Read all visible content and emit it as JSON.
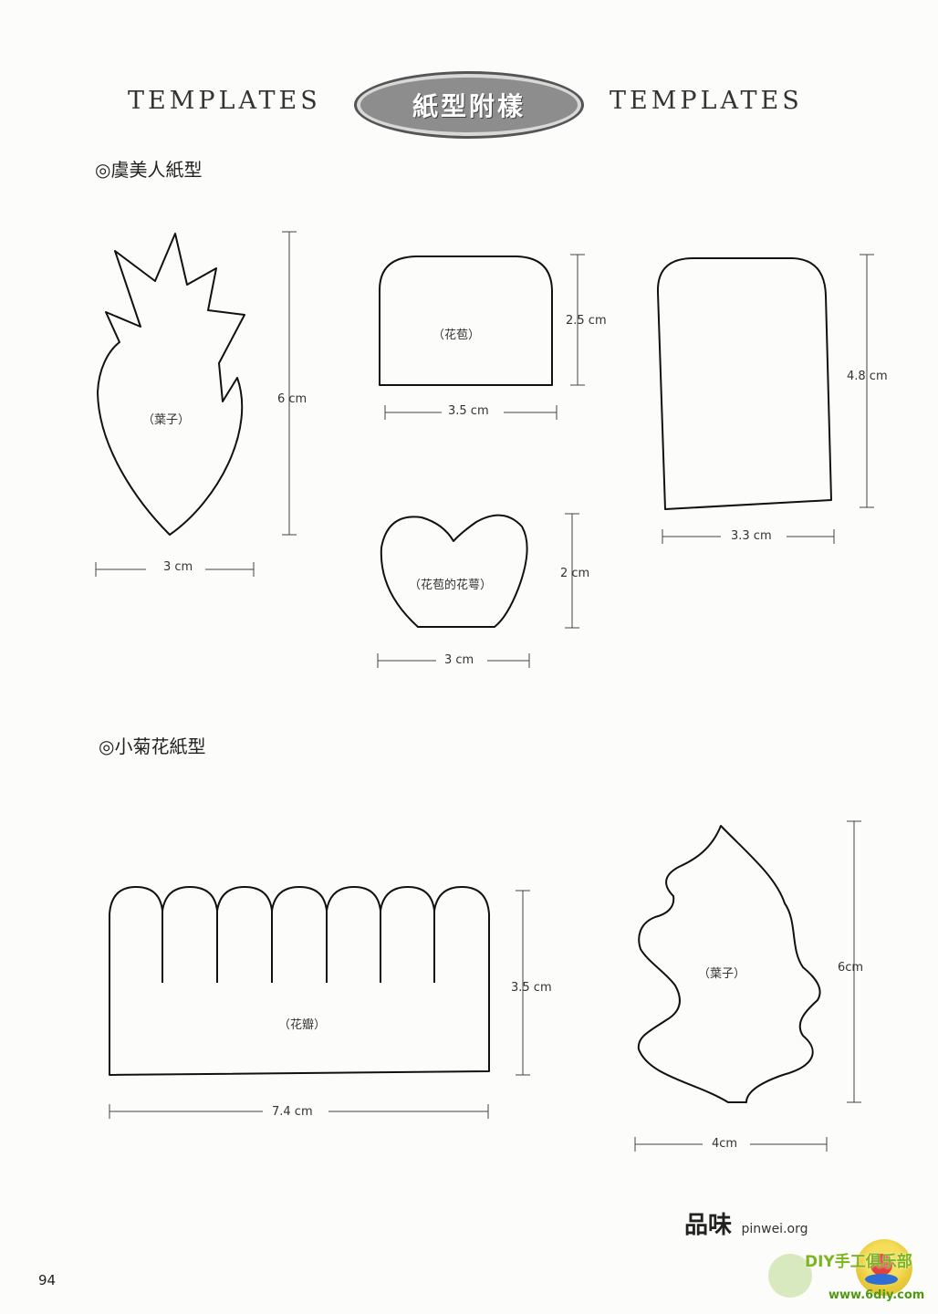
{
  "header": {
    "left_word": "TEMPLATES",
    "right_word": "TEMPLATES",
    "badge": "紙型附樣"
  },
  "sections": [
    {
      "title": "◎虞美人紙型",
      "pieces": [
        {
          "label": "（葉子）",
          "width": "3 cm",
          "height": "6 cm"
        },
        {
          "label": "（花苞）",
          "width": "3.5 cm",
          "height": "2.5 cm"
        },
        {
          "label": "（花苞的花萼）",
          "width": "3 cm",
          "height": "2 cm"
        },
        {
          "label": "",
          "width": "3.3 cm",
          "height": "4.8 cm"
        }
      ]
    },
    {
      "title": "◎小菊花紙型",
      "pieces": [
        {
          "label": "（花瓣）",
          "width": "7.4 cm",
          "height": "3.5 cm"
        },
        {
          "label": "（葉子）",
          "width": "4cm",
          "height": "6cm"
        }
      ]
    }
  ],
  "footer": {
    "page_number": "94",
    "site": "pinwei.org",
    "logo_text": "品味",
    "watermark_text": "DIY手工俱乐部",
    "watermark_url": "www.6diy.com"
  },
  "colors": {
    "line": "#111111",
    "dim_line": "#444444",
    "badge_fill": "#8d8d8d"
  }
}
